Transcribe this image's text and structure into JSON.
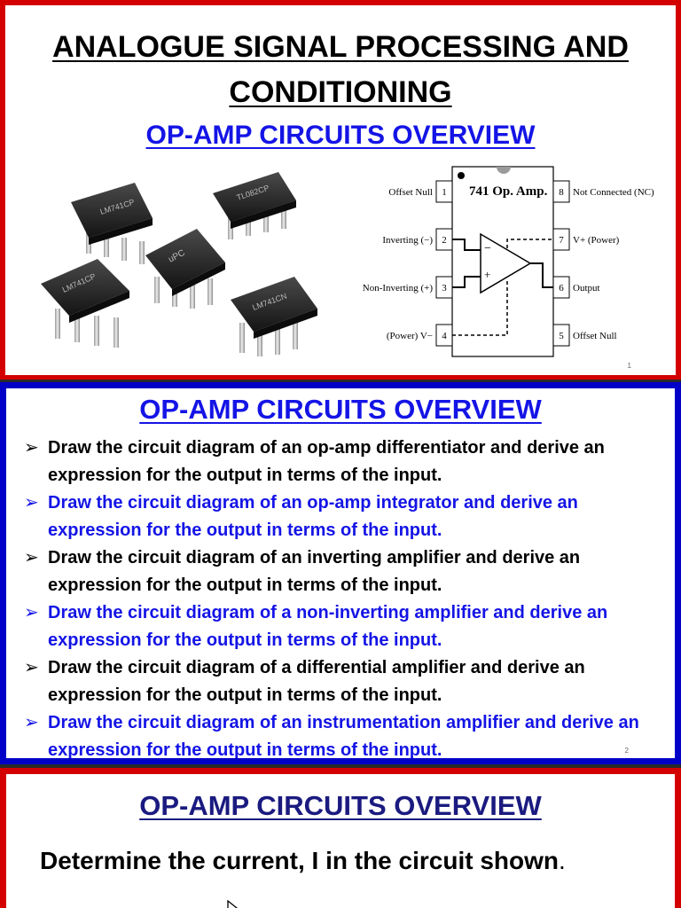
{
  "slide1": {
    "title_line1": "ANALOGUE SIGNAL PROCESSING AND",
    "title_line2": "CONDITIONING",
    "subtitle": "OP-AMP CIRCUITS OVERVIEW",
    "chip_markings": [
      "LM741CP",
      "TL082CP",
      "LM741CP",
      "uPC",
      "LM741CN"
    ],
    "pinout": {
      "chip_label": "741 Op. Amp.",
      "left_pins": [
        {
          "num": "1",
          "label": "Offset Null"
        },
        {
          "num": "2",
          "label": "Inverting (−)"
        },
        {
          "num": "3",
          "label": "Non-Inverting (+)"
        },
        {
          "num": "4",
          "label": "(Power) V−"
        }
      ],
      "right_pins": [
        {
          "num": "8",
          "label": "Not Connected (NC)"
        },
        {
          "num": "7",
          "label": "V+ (Power)"
        },
        {
          "num": "6",
          "label": "Output"
        },
        {
          "num": "5",
          "label": "Offset Null"
        }
      ],
      "minus_sign": "−",
      "plus_sign": "+"
    },
    "slide_number": "1"
  },
  "slide2": {
    "subtitle": "OP-AMP CIRCUITS OVERVIEW",
    "arrow_glyph": "➢",
    "bullets": [
      {
        "text": "Draw the circuit diagram of an op-amp differentiator and derive an expression for the output in terms of the input.",
        "color": "black"
      },
      {
        "text": "Draw the circuit diagram of an op-amp integrator and derive an expression for the output in terms of the input.",
        "color": "blue"
      },
      {
        "text": "Draw the circuit diagram of an inverting amplifier and derive an expression for the output in terms of the input.",
        "color": "black"
      },
      {
        "text": "Draw the circuit diagram of a non-inverting amplifier and derive an expression for the output in terms of the input.",
        "color": "blue"
      },
      {
        "text": "Draw the circuit diagram of a differential amplifier and derive an expression for the output in terms of the input.",
        "color": "black"
      },
      {
        "text": "Draw the circuit diagram of an instrumentation amplifier and derive an expression for the output in terms of the input.",
        "color": "blue"
      }
    ],
    "slide_number": "2"
  },
  "slide3": {
    "subtitle": "OP-AMP CIRCUITS OVERVIEW",
    "question": "Determine the current, I in the circuit shown",
    "question_end": "."
  },
  "colors": {
    "red_border": "#d40000",
    "blue_border": "#0000c8",
    "blue_text": "#1414e6",
    "navy_text": "#1a1a80"
  }
}
